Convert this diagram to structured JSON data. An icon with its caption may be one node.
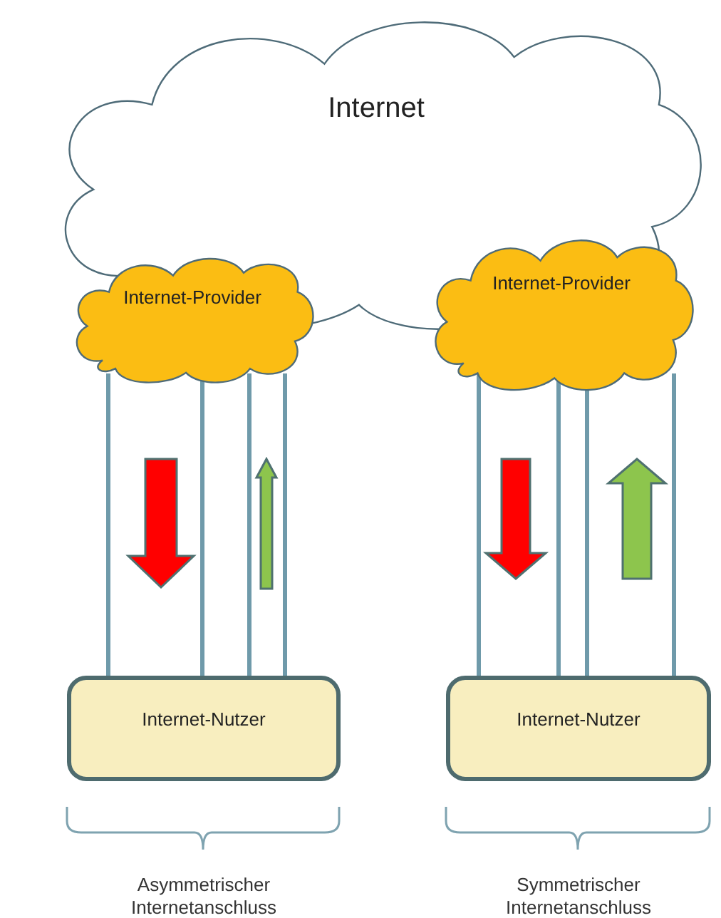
{
  "diagram": {
    "nodes": [
      {
        "text": [
          "Internet"
        ]
      },
      {
        "text": [
          "Internet-Provider"
        ]
      },
      {
        "text": [
          "Internet-Provider"
        ]
      },
      {
        "text": [
          "Internet-Nutzer"
        ]
      },
      {
        "text": [
          "Internet-Nutzer"
        ]
      }
    ],
    "edges": [
      {
        "from": 1,
        "to": 3,
        "arrow": "none"
      },
      {
        "from": 1,
        "to": 3,
        "arrow": "none"
      },
      {
        "from": 1,
        "to": 3,
        "arrow": "none"
      },
      {
        "from": 1,
        "to": 3,
        "arrow": "none"
      },
      {
        "from": 2,
        "to": 4,
        "arrow": "none"
      },
      {
        "from": 2,
        "to": 4,
        "arrow": "none"
      },
      {
        "from": 2,
        "to": 4,
        "arrow": "none"
      },
      {
        "from": 2,
        "to": 4,
        "arrow": "none"
      }
    ],
    "labels": [
      "Asymmetrischer Internetanschluss",
      "Symmetrischer Internetanschluss"
    ]
  }
}
